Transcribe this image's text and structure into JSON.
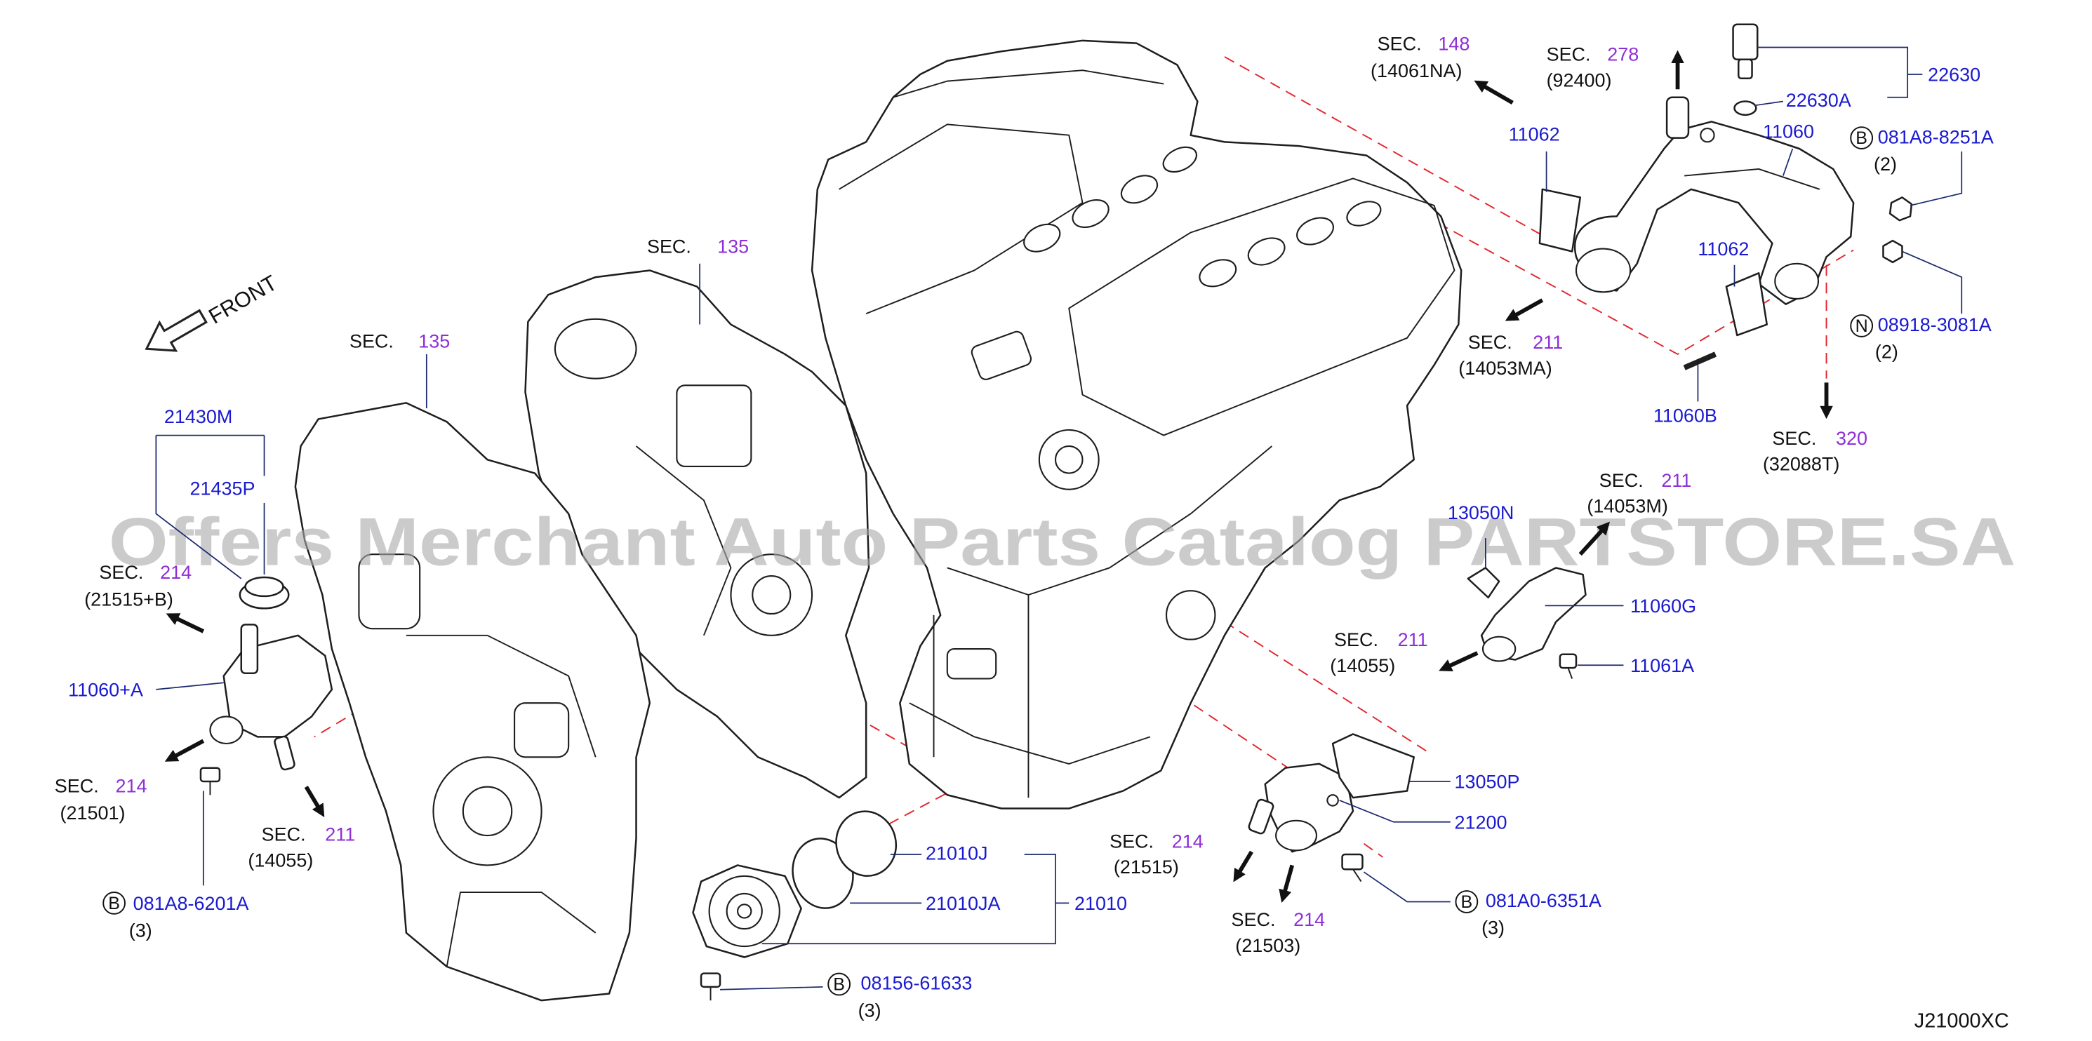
{
  "diagram_code": "J21000XC",
  "watermark": "Offers Merchant Auto Parts Catalog PARTSTORE.SA",
  "front_label": "FRONT",
  "colors": {
    "part_number": "#1a1ad0",
    "section_number": "#8e2fd6",
    "leader_line": "#1c2a6e",
    "dashed_line": "#e3262d",
    "watermark": "#a9a9a9"
  },
  "sections": {
    "sec_148": {
      "sec": "SEC.",
      "num": "148",
      "ref": "(14061NA)"
    },
    "sec_278": {
      "sec": "SEC.",
      "num": "278",
      "ref": "(92400)"
    },
    "sec_135_upper": {
      "sec": "SEC.",
      "num": "135"
    },
    "sec_135_lower": {
      "sec": "SEC.",
      "num": "135"
    },
    "sec_211_14053MA": {
      "sec": "SEC.",
      "num": "211",
      "ref": "(14053MA)"
    },
    "sec_320": {
      "sec": "SEC.",
      "num": "320",
      "ref": "(32088T)"
    },
    "sec_211_14053M": {
      "sec": "SEC.",
      "num": "211",
      "ref": "(14053M)"
    },
    "sec_214_21515B": {
      "sec": "SEC.",
      "num": "214",
      "ref": "(21515+B)"
    },
    "sec_211_14055_right": {
      "sec": "SEC.",
      "num": "211",
      "ref": "(14055)"
    },
    "sec_214_21501": {
      "sec": "SEC.",
      "num": "214",
      "ref": "(21501)"
    },
    "sec_211_14055_left": {
      "sec": "SEC.",
      "num": "211",
      "ref": "(14055)"
    },
    "sec_214_21515": {
      "sec": "SEC.",
      "num": "214",
      "ref": "(21515)"
    },
    "sec_214_21503": {
      "sec": "SEC.",
      "num": "214",
      "ref": "(21503)"
    }
  },
  "parts": {
    "p_22630": "22630",
    "p_22630A": "22630A",
    "p_11062_upper": "11062",
    "p_11060": "11060",
    "p_11062_lower": "11062",
    "p_11060B": "11060B",
    "p_21430M": "21430M",
    "p_21435P": "21435P",
    "p_13050N": "13050N",
    "p_11060G": "11060G",
    "p_11061A": "11061A",
    "p_11060_A": "11060+A",
    "p_13050P": "13050P",
    "p_21200": "21200",
    "p_21010J": "21010J",
    "p_21010JA": "21010JA",
    "p_21010": "21010"
  },
  "fasteners": {
    "f_081A8_8251A": {
      "mark": "B",
      "number": "081A8-8251A",
      "qty": "(2)"
    },
    "f_08918_3081A": {
      "mark": "N",
      "number": "08918-3081A",
      "qty": "(2)"
    },
    "f_081A8_6201A": {
      "mark": "B",
      "number": "081A8-6201A",
      "qty": "(3)"
    },
    "f_081A0_6351A": {
      "mark": "B",
      "number": "081A0-6351A",
      "qty": "(3)"
    },
    "f_08156_61633": {
      "mark": "B",
      "number": "08156-61633",
      "qty": "(3)"
    }
  }
}
